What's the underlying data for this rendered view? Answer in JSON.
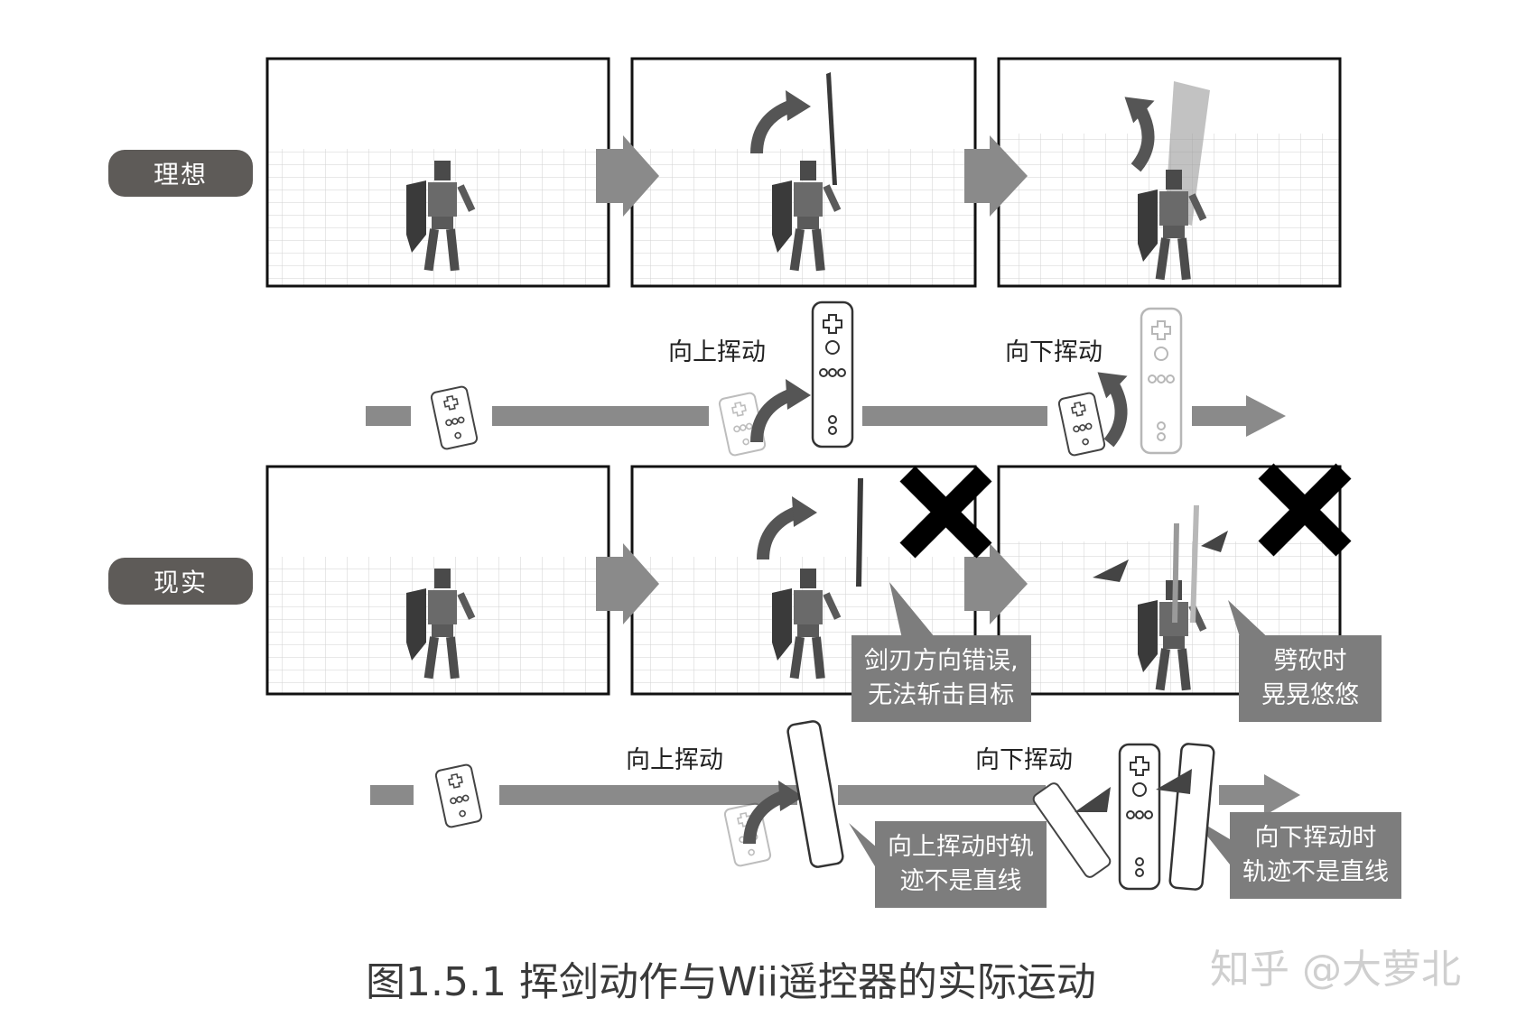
{
  "rows": {
    "ideal": {
      "label": "理想"
    },
    "reality": {
      "label": "现实"
    }
  },
  "motions": {
    "ideal_up": "向上挥动",
    "ideal_down": "向下挥动",
    "real_up": "向上挥动",
    "real_down": "向下挥动"
  },
  "callouts": {
    "blade_wrong": [
      "剑刃方向错误,",
      "无法斩击目标"
    ],
    "wobble": [
      "劈砍时",
      "晃晃悠悠"
    ],
    "up_not_straight": [
      "向上挥动时轨",
      "迹不是直线"
    ],
    "down_not_straight": [
      "向下挥动时",
      "轨迹不是直线"
    ]
  },
  "caption": "图1.5.1 挥剑动作与Wii遥控器的实际运动",
  "watermark": "知乎 @大萝北",
  "icons": [
    "knight-figure-icon",
    "sword-icon",
    "shield-icon",
    "wii-remote-icon",
    "curved-arrow-icon",
    "cross-mark-icon",
    "right-arrow-icon"
  ],
  "colors": {
    "pill": "#5e5b58",
    "callout": "#7d7d7d",
    "arrow": "#8a8a8a",
    "cross": "#000000"
  }
}
